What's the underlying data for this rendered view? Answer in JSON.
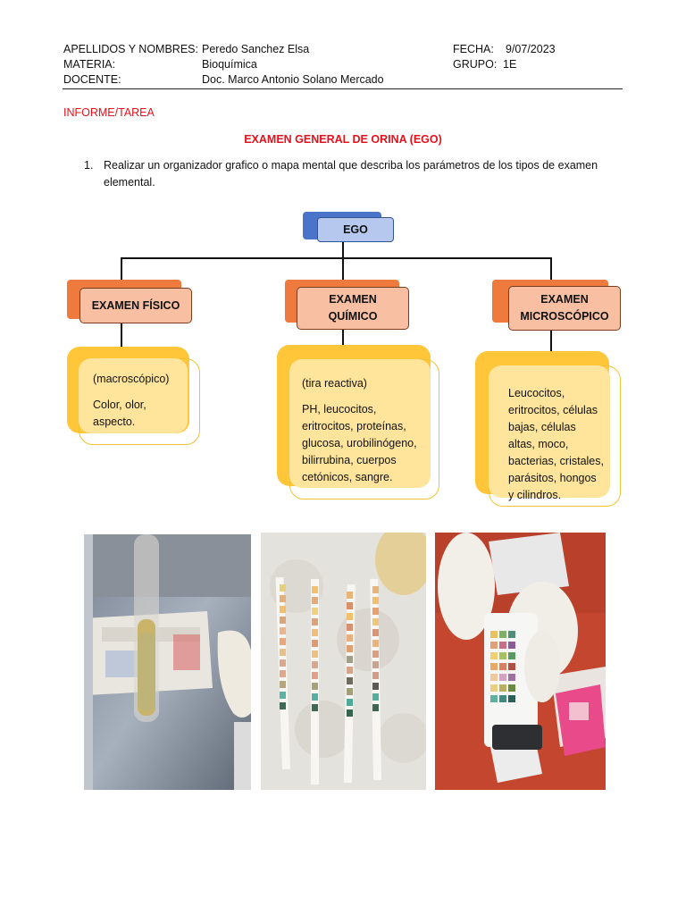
{
  "header": {
    "name_label": "APELLIDOS Y NOMBRES:",
    "name_value": "Peredo Sanchez Elsa",
    "date_label": "FECHA:",
    "date_value": "9/07/2023",
    "subject_label": "MATERIA:",
    "subject_value": "Bioquímica",
    "group_label": "GRUPO:",
    "group_value": "1E",
    "teacher_label": "DOCENTE:",
    "teacher_value": "Doc. Marco Antonio Solano Mercado"
  },
  "report_label": "INFORME/TAREA",
  "doc_title": "EXAMEN GENERAL DE ORINA (EGO)",
  "question": {
    "number": "1.",
    "text": "Realizar un organizador grafico o mapa mental que describa los parámetros de los tipos de examen elemental."
  },
  "diagram": {
    "root": "EGO",
    "branches": [
      {
        "title": "EXAMEN FÍSICO",
        "subtitle": "(macroscópico)",
        "content": "Color, olor, aspecto."
      },
      {
        "title": "EXAMEN QUÍMICO",
        "subtitle": "(tira reactiva)",
        "content": "PH, leucocitos, eritrocitos, proteínas, glucosa, urobilinógeno, bilirrubina, cuerpos cetónicos, sangre."
      },
      {
        "title": "EXAMEN MICROSCÓPICO",
        "subtitle": "",
        "content": "Leucocitos, eritrocitos, células bajas, células altas, moco, bacterias, cristales, parásitos, hongos y cilindros."
      }
    ]
  },
  "colors": {
    "accent_red": "#e3121d",
    "root_blue": "#4a74c9",
    "branch_orange": "#ee7a3e",
    "leaf_yellow": "#ffc63a"
  }
}
